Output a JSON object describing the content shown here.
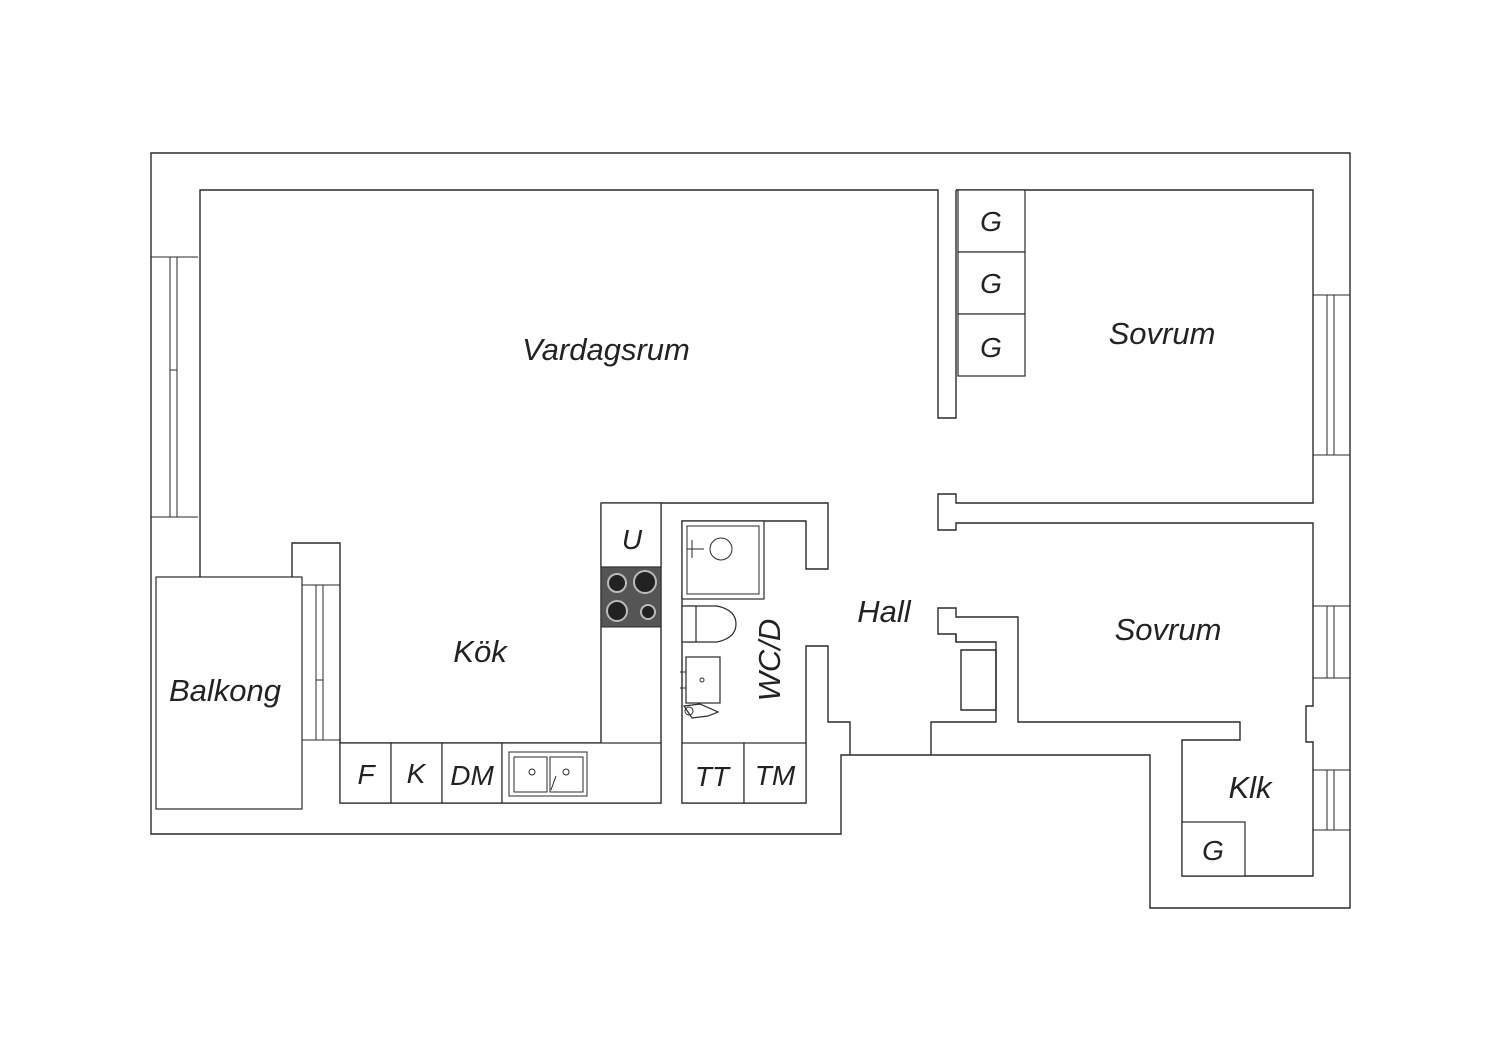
{
  "rooms": {
    "living_room": "Vardagsrum",
    "bedroom_1": "Sovrum",
    "bedroom_2": "Sovrum",
    "kitchen": "Kök",
    "balcony": "Balkong",
    "hall": "Hall",
    "bathroom": "WC/D",
    "walk_in_closet": "Klk"
  },
  "fixtures": {
    "wardrobe": "G",
    "fridge": "F",
    "freezer": "K",
    "dishwasher": "DM",
    "oven": "U",
    "dryer": "TT",
    "washer": "TM"
  },
  "colors": {
    "line": "#2a2a2a",
    "stove_top": "#555555",
    "background": "#ffffff"
  }
}
